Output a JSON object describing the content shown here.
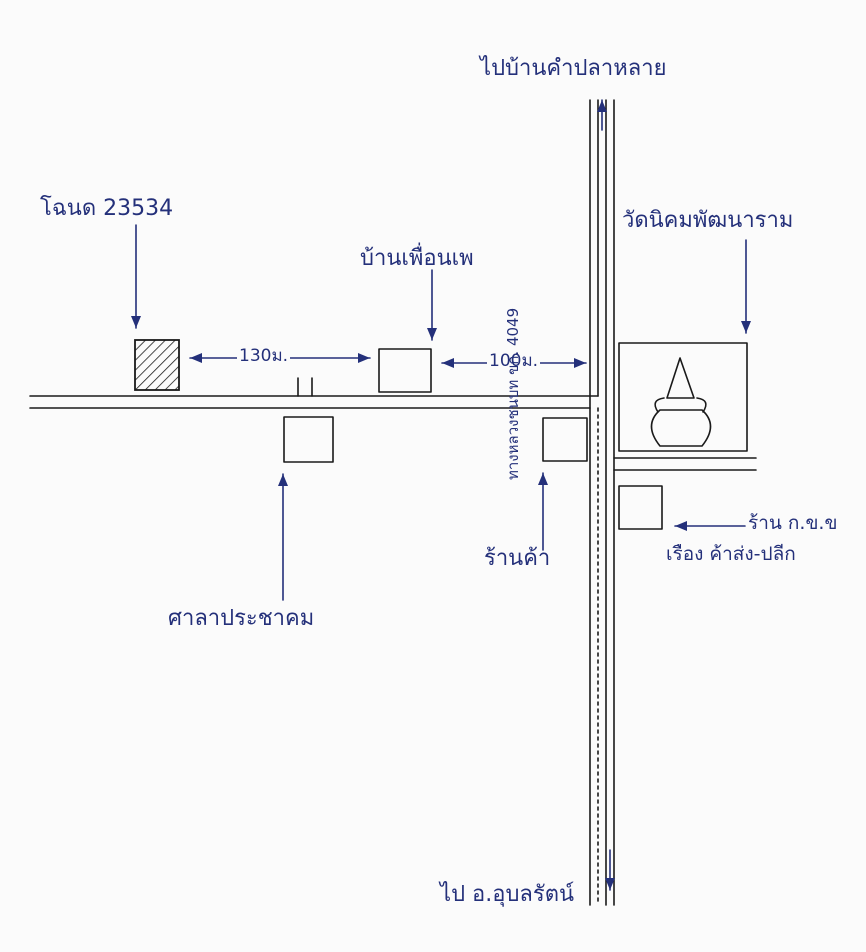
{
  "labels": {
    "to_north": "ไปบ้านคำปลาหลาย",
    "to_south": "ไป อ.อุบลรัตน์",
    "deed": "โฉนด 23534",
    "neighbor_house": "บ้านเพื่อนเพ",
    "temple": "วัดนิคมพัฒนาราม",
    "village_hall": "ศาลาประชาคม",
    "shop": "ร้านค้า",
    "shop_cooperative_line1": "ร้าน ก.ข.ข",
    "shop_cooperative_line2": "เรือง ค้าส่ง-ปลีก",
    "road_name": "ทางหลวงชนบท ขก. 4049",
    "dist_130": "130ม.",
    "dist_100": "100ม."
  },
  "colors": {
    "ink": "#1a1a1a",
    "pen_blue": "#24307a",
    "paper": "#fbfbfb"
  },
  "icons": [
    "stupa-icon",
    "hatched-plot-icon"
  ]
}
